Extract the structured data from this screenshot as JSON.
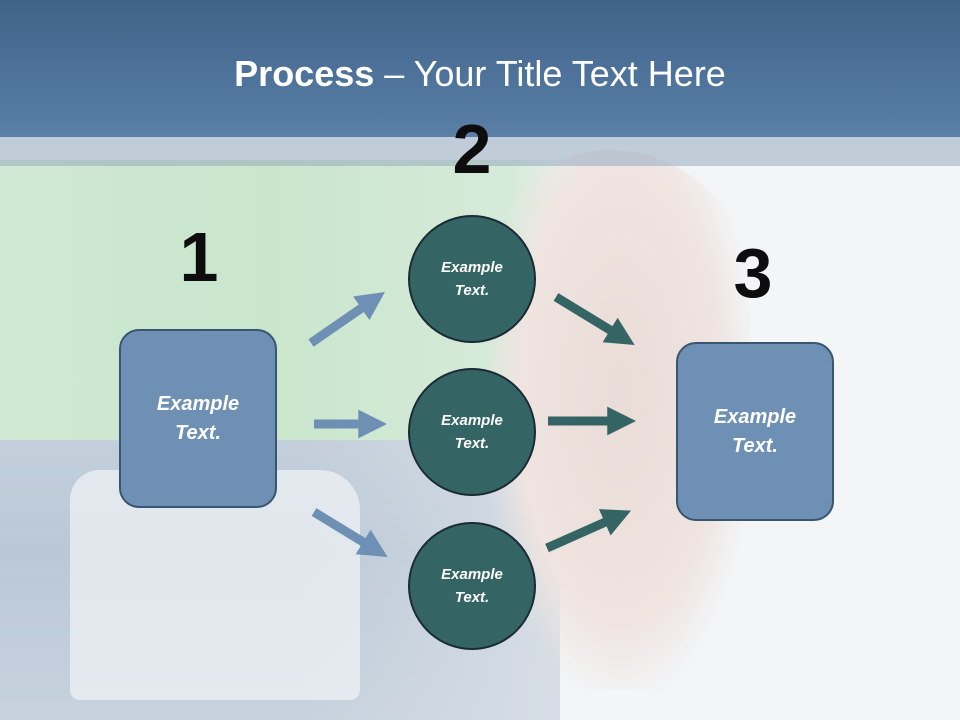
{
  "slide": {
    "title_bold": "Process",
    "title_rest": " – Your Title Text Here"
  },
  "steps": {
    "step1_number": "1",
    "step2_number": "2",
    "step3_number": "3",
    "box1_line1": "Example",
    "box1_line2": "Text.",
    "box3_line1": "Example",
    "box3_line2": "Text.",
    "circles": [
      {
        "line1": "Example",
        "line2": "Text."
      },
      {
        "line1": "Example",
        "line2": "Text."
      },
      {
        "line1": "Example",
        "line2": "Text."
      }
    ]
  },
  "colors": {
    "header": "#5a80a8",
    "box_fill": "#6e90b5",
    "circle_fill": "#346564",
    "arrow_blue": "#6e90b5",
    "arrow_teal": "#346564"
  }
}
